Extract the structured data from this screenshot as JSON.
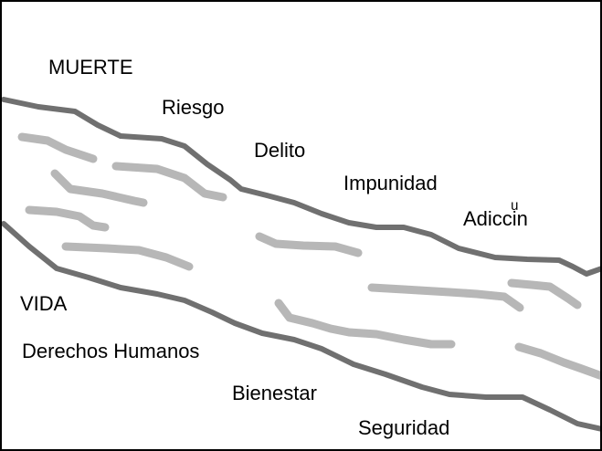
{
  "labels": {
    "muerte": "MUERTE",
    "riesgo": "Riesgo",
    "delito": "Delito",
    "impunidad": "Impunidad",
    "adiccion": "Adicciͧn",
    "vida": "VIDA",
    "derechos": "Derechos Humanos",
    "bienestar": "Bienestar",
    "seguridad": "Seguridad"
  },
  "colors": {
    "border_line": "#707070",
    "stream_line": "#b7b7b7",
    "text": "#000000",
    "frame": "#000000"
  }
}
